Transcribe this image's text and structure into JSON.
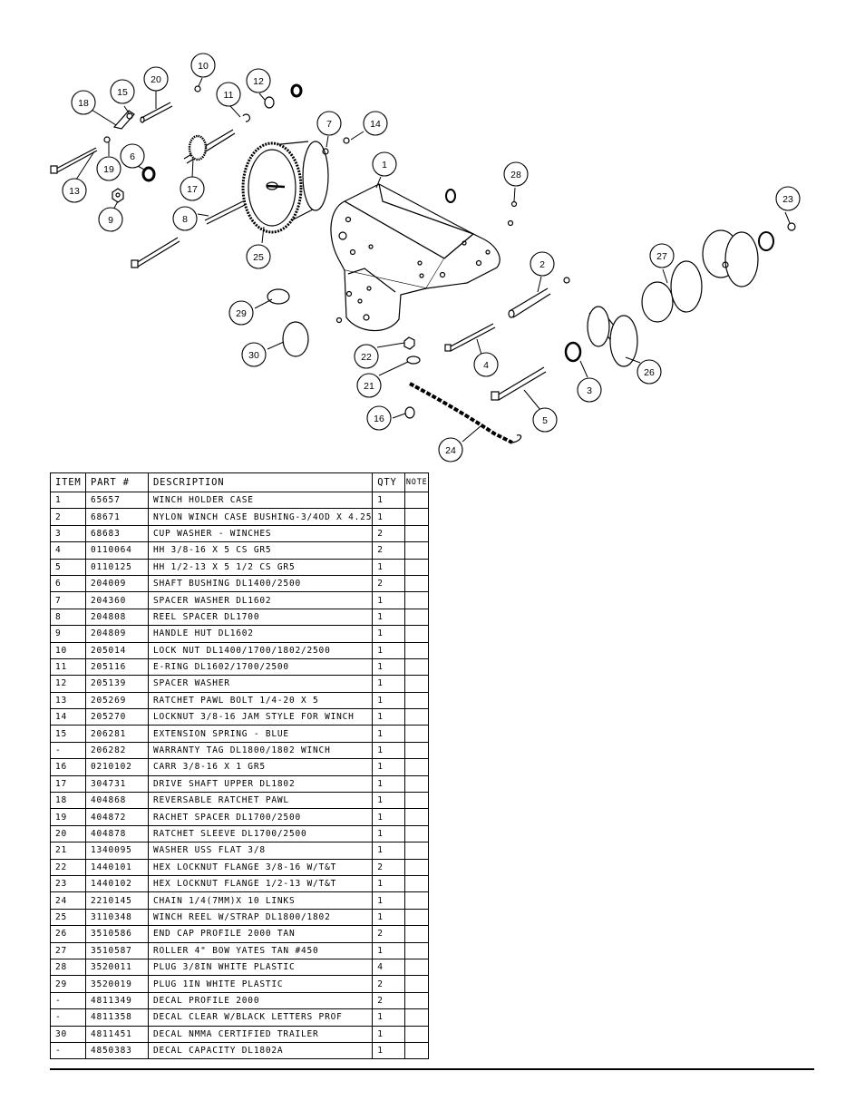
{
  "table": {
    "headers": {
      "item": "ITEM",
      "part": "PART #",
      "description": "DESCRIPTION",
      "qty": "QTY",
      "note": "NOTE"
    },
    "rows": [
      {
        "item": "1",
        "part": "65657",
        "description": "WINCH HOLDER CASE",
        "qty": "1",
        "note": ""
      },
      {
        "item": "2",
        "part": "68671",
        "description": "NYLON WINCH CASE BUSHING-3/4OD X 4.25",
        "qty": "1",
        "note": ""
      },
      {
        "item": "3",
        "part": "68683",
        "description": "CUP WASHER - WINCHES",
        "qty": "2",
        "note": ""
      },
      {
        "item": "4",
        "part": "0110064",
        "description": "HH 3/8-16 X 5 CS GR5",
        "qty": "2",
        "note": ""
      },
      {
        "item": "5",
        "part": "0110125",
        "description": "HH 1/2-13 X 5 1/2 CS GR5",
        "qty": "1",
        "note": ""
      },
      {
        "item": "6",
        "part": "204009",
        "description": "SHAFT BUSHING  DL1400/2500",
        "qty": "2",
        "note": ""
      },
      {
        "item": "7",
        "part": "204360",
        "description": "SPACER WASHER  DL1602",
        "qty": "1",
        "note": ""
      },
      {
        "item": "8",
        "part": "204808",
        "description": "REEL SPACER  DL1700",
        "qty": "1",
        "note": ""
      },
      {
        "item": "9",
        "part": "204809",
        "description": "HANDLE HUT  DL1602",
        "qty": "1",
        "note": ""
      },
      {
        "item": "10",
        "part": "205014",
        "description": "LOCK NUT  DL1400/1700/1802/2500",
        "qty": "1",
        "note": ""
      },
      {
        "item": "11",
        "part": "205116",
        "description": "E-RING DL1602/1700/2500",
        "qty": "1",
        "note": ""
      },
      {
        "item": "12",
        "part": "205139",
        "description": "SPACER WASHER",
        "qty": "1",
        "note": ""
      },
      {
        "item": "13",
        "part": "205269",
        "description": "RATCHET PAWL BOLT 1/4-20 X 5",
        "qty": "1",
        "note": ""
      },
      {
        "item": "14",
        "part": "205270",
        "description": "LOCKNUT 3/8-16 JAM STYLE FOR WINCH",
        "qty": "1",
        "note": ""
      },
      {
        "item": "15",
        "part": "206281",
        "description": "EXTENSION SPRING - BLUE",
        "qty": "1",
        "note": ""
      },
      {
        "item": "-",
        "part": "206282",
        "description": "WARRANTY TAG DL1800/1802 WINCH",
        "qty": "1",
        "note": ""
      },
      {
        "item": "16",
        "part": "0210102",
        "description": "CARR 3/8-16 X 1 GR5",
        "qty": "1",
        "note": ""
      },
      {
        "item": "17",
        "part": "304731",
        "description": "DRIVE SHAFT UPPER  DL1802",
        "qty": "1",
        "note": ""
      },
      {
        "item": "18",
        "part": "404868",
        "description": "REVERSABLE RATCHET PAWL",
        "qty": "1",
        "note": ""
      },
      {
        "item": "19",
        "part": "404872",
        "description": "RACHET SPACER  DL1700/2500",
        "qty": "1",
        "note": ""
      },
      {
        "item": "20",
        "part": "404878",
        "description": "RATCHET SLEEVE  DL1700/2500",
        "qty": "1",
        "note": ""
      },
      {
        "item": "21",
        "part": "1340095",
        "description": "WASHER USS FLAT 3/8",
        "qty": "1",
        "note": ""
      },
      {
        "item": "22",
        "part": "1440101",
        "description": "HEX LOCKNUT FLANGE 3/8-16 W/T&T",
        "qty": "2",
        "note": ""
      },
      {
        "item": "23",
        "part": "1440102",
        "description": "HEX LOCKNUT FLANGE 1/2-13 W/T&T",
        "qty": "1",
        "note": ""
      },
      {
        "item": "24",
        "part": "2210145",
        "description": "CHAIN 1/4(7MM)X 10 LINKS",
        "qty": "1",
        "note": ""
      },
      {
        "item": "25",
        "part": "3110348",
        "description": "WINCH REEL W/STRAP  DL1800/1802",
        "qty": "1",
        "note": ""
      },
      {
        "item": "26",
        "part": "3510586",
        "description": "END CAP PROFILE 2000 TAN",
        "qty": "2",
        "note": ""
      },
      {
        "item": "27",
        "part": "3510587",
        "description": "ROLLER 4\" BOW YATES TAN #450",
        "qty": "1",
        "note": ""
      },
      {
        "item": "28",
        "part": "3520011",
        "description": "PLUG  3/8IN WHITE PLASTIC",
        "qty": "4",
        "note": ""
      },
      {
        "item": "29",
        "part": "3520019",
        "description": "PLUG  1IN WHITE PLASTIC",
        "qty": "2",
        "note": ""
      },
      {
        "item": "-",
        "part": "4811349",
        "description": "DECAL PROFILE 2000",
        "qty": "2",
        "note": ""
      },
      {
        "item": "-",
        "part": "4811358",
        "description": "DECAL CLEAR W/BLACK LETTERS PROF",
        "qty": "1",
        "note": ""
      },
      {
        "item": "30",
        "part": "4811451",
        "description": " DECAL NMMA CERTIFIED TRAILER",
        "qty": "1",
        "note": ""
      },
      {
        "item": "-",
        "part": "4850383",
        "description": "DECAL CAPACITY DL1802A",
        "qty": "1",
        "note": ""
      }
    ]
  },
  "diagram": {
    "callouts": [
      "1",
      "2",
      "3",
      "4",
      "5",
      "6",
      "7",
      "8",
      "9",
      "10",
      "11",
      "12",
      "13",
      "14",
      "15",
      "16",
      "17",
      "18",
      "19",
      "20",
      "21",
      "22",
      "23",
      "24",
      "25",
      "26",
      "27",
      "28",
      "29",
      "30"
    ]
  }
}
